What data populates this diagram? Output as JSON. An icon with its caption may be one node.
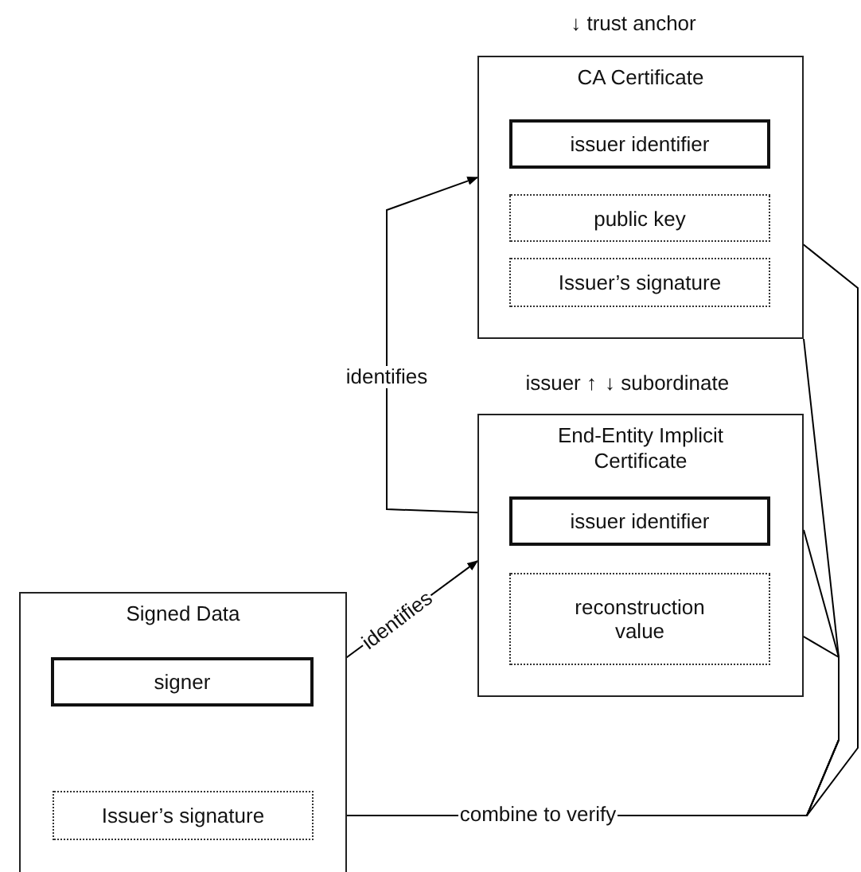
{
  "diagram": {
    "nodes": [
      {
        "text": [
          "CA Certificate"
        ]
      },
      {
        "text": [
          "issuer identifier"
        ],
        "in": 0
      },
      {
        "text": [
          "public key"
        ],
        "in": 0
      },
      {
        "text": [
          "Issuer’s signature"
        ],
        "in": 0
      },
      {
        "text": [
          "End-Entity Implicit Certificate"
        ]
      },
      {
        "text": [
          "issuer identifier"
        ],
        "in": 4
      },
      {
        "text": [
          "reconstruction value"
        ],
        "in": 4
      },
      {
        "text": [
          "Signed Data"
        ]
      },
      {
        "text": [
          "signer"
        ],
        "in": 7
      },
      {
        "text": [
          "Issuer’s signature"
        ],
        "in": 7
      }
    ],
    "edges": [
      {
        "from": 5,
        "to": 0,
        "arrow": "to",
        "label": "identifies"
      },
      {
        "from": 8,
        "to": 4,
        "arrow": "to",
        "label": "identifies"
      },
      {
        "from": 2,
        "to": 9,
        "arrow": "to",
        "label": "combine to verify"
      },
      {
        "from": 0,
        "to": 9,
        "arrow": "to"
      },
      {
        "from": 4,
        "to": 9,
        "arrow": "to"
      },
      {
        "from": 6,
        "to": 9,
        "arrow": "to"
      }
    ],
    "labels": [
      "↓ trust anchor",
      "issuer ↑",
      "↓ subordinate"
    ]
  }
}
